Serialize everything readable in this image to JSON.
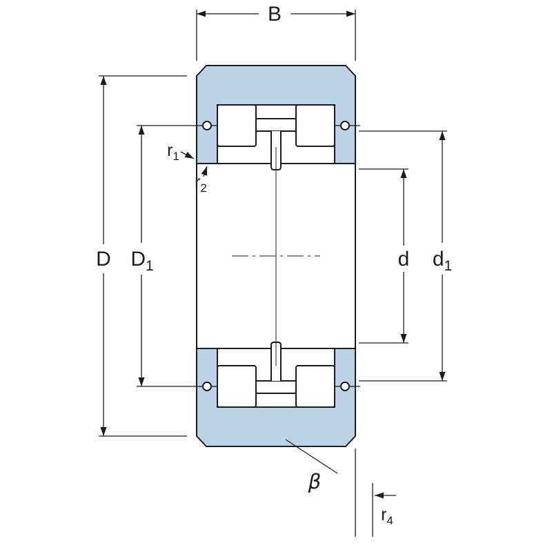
{
  "colors": {
    "ring_fill": "#bcd2e6",
    "line": "#1c1c1c",
    "background": "#ffffff"
  },
  "labels": {
    "B": "B",
    "D": "D",
    "D1_base": "D",
    "D1_sub": "1",
    "d": "d",
    "d1_base": "d",
    "d1_sub": "1",
    "r1_base": "r",
    "r1_sub": "1",
    "r2_base": "r",
    "r2_sub": "2",
    "r4_base": "r",
    "r4_sub": "4",
    "beta": "β"
  }
}
